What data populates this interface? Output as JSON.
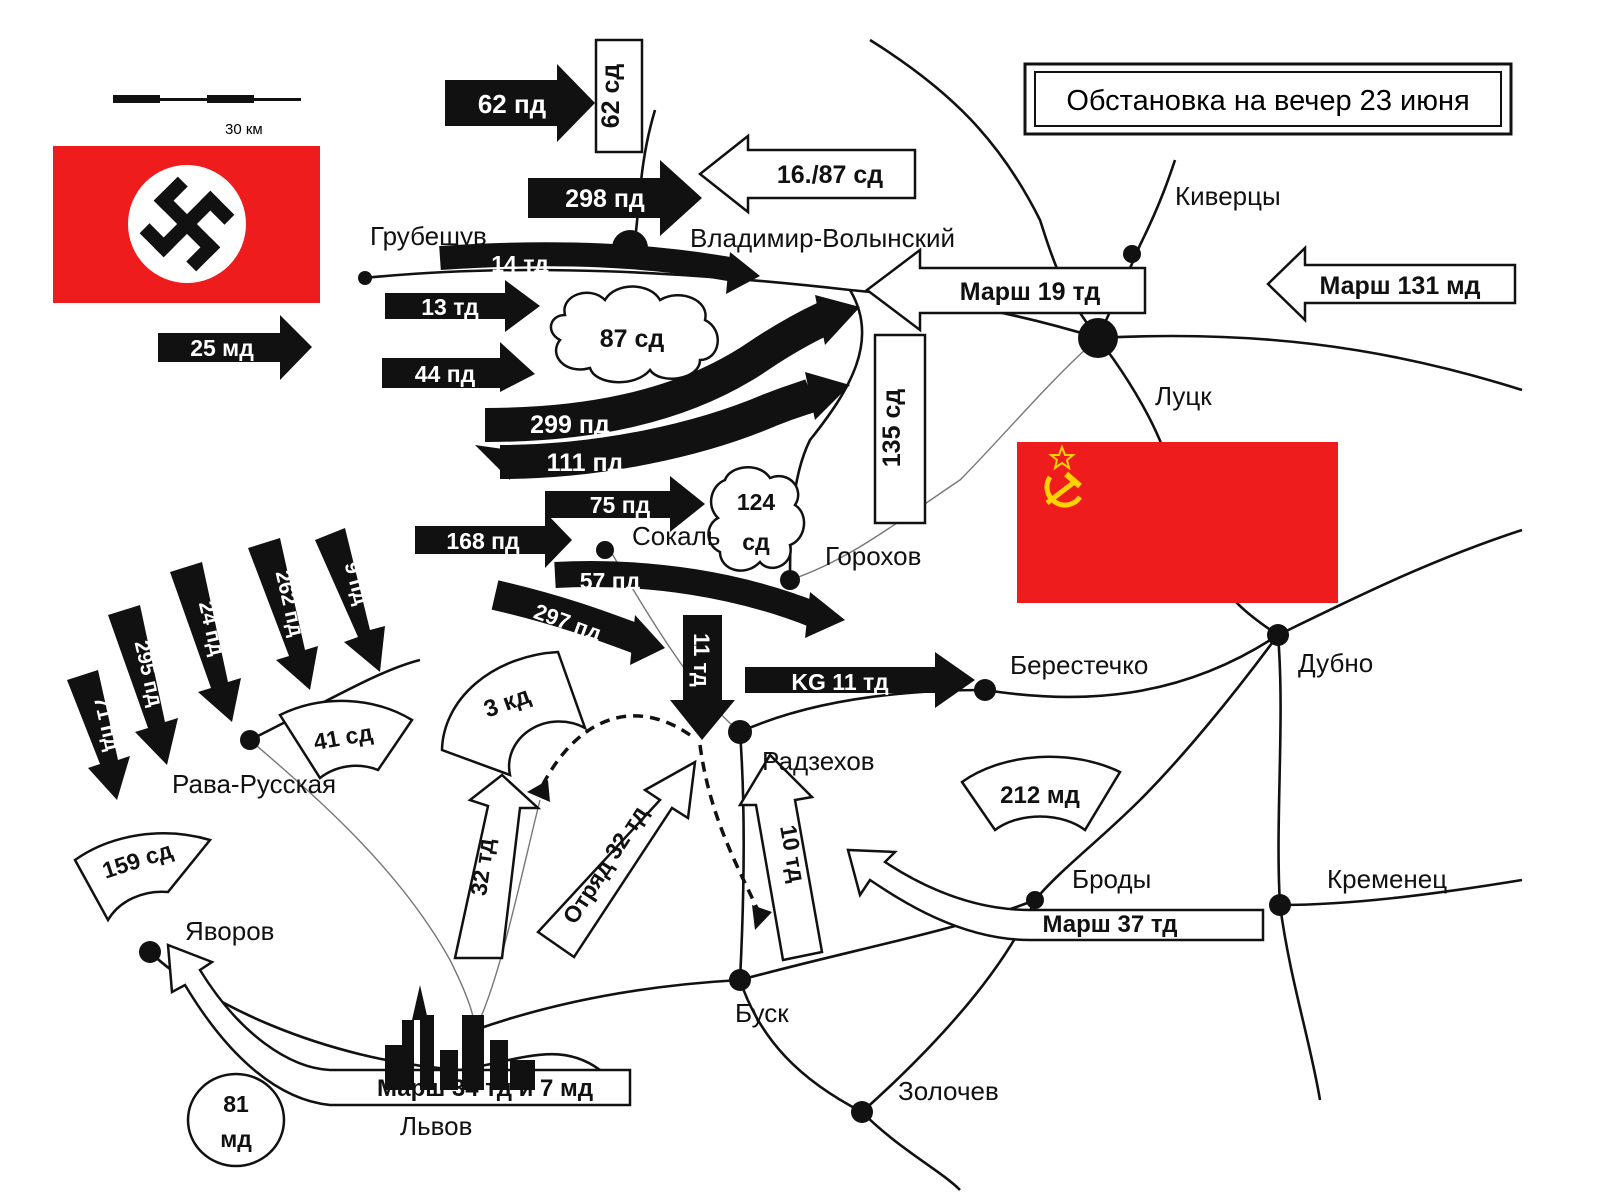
{
  "map": {
    "title": "Обстановка на вечер 23 июня",
    "scale_label": "30 км",
    "colors": {
      "german": "#111111",
      "soviet_fill": "#ffffff",
      "flag_red": "#ee1c1c",
      "flag_gold": "#ffd200"
    },
    "cities": {
      "hrubieszow": "Грубешув",
      "volodymyr": "Владимир-Волынский",
      "kivertsy": "Киверцы",
      "lutsk": "Луцк",
      "sokal": "Сокаль",
      "gorokhov": "Горохов",
      "berestechko": "Берестечко",
      "dubno": "Дубно",
      "radzekhov": "Радзехов",
      "rava": "Рава-Русская",
      "brody": "Броды",
      "kremenets": "Кременец",
      "yavorov": "Яворов",
      "busk": "Буск",
      "zolochev": "Золочев",
      "lvov": "Львов"
    },
    "german_units": {
      "pd62": "62 пд",
      "pd298": "298 пд",
      "td14": "14 тд",
      "td13": "13 тд",
      "md25": "25 мд",
      "pd44": "44 пд",
      "pd299": "299 пд",
      "pd111": "111 пд",
      "pd75": "75 пд",
      "pd168": "168 пд",
      "pd57": "57 пд",
      "pd297": "297 пд",
      "td11": "11 тд",
      "kg11": "KG 11 тд",
      "pd71": "71 пд",
      "pd295": "295 пд",
      "pd24": "24 пд",
      "pd262": "262 пд",
      "pd9": "9 пд"
    },
    "soviet_units": {
      "sd62": "62 сд",
      "sd16_87": "16./87 сд",
      "sd87": "87 сд",
      "march19": "Марш 19 тд",
      "march131": "Марш 131 мд",
      "sd135": "135 сд",
      "sd124_a": "124",
      "sd124_b": "сд",
      "kd3": "3 кд",
      "sd41": "41 сд",
      "sd159": "159 сд",
      "td32": "32 тд",
      "det32": "Отряд 32 тд",
      "td10": "10 тд",
      "md212": "212 мд",
      "march37": "Марш 37 тд",
      "march34": "Марш 34 тд и 7 мд",
      "md81_a": "81",
      "md81_b": "мд"
    },
    "icons": {
      "german_flag": "swastika-flag-icon",
      "soviet_flag": "hammer-sickle-flag-icon"
    }
  }
}
